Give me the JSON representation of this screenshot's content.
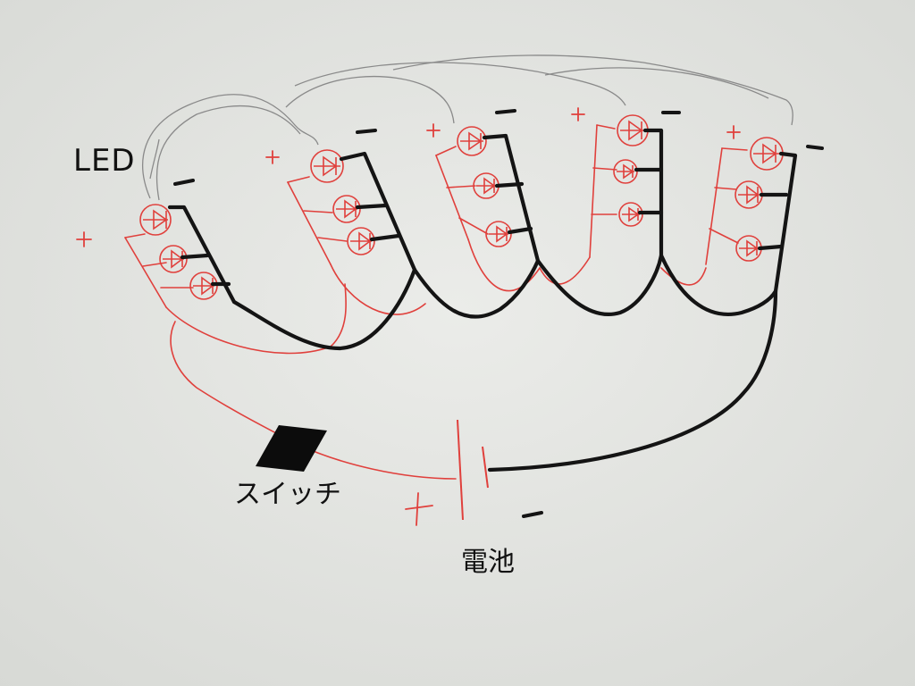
{
  "labels": {
    "led": "LED",
    "switch": "スイッチ",
    "battery": "電池"
  },
  "colors": {
    "paper": "#e3e5e1",
    "red_wire": "#e0403c",
    "black_wire": "#141414",
    "pencil": "#8a8a8a"
  },
  "legend_glyphs": {
    "plus": "+",
    "minus": "−"
  }
}
